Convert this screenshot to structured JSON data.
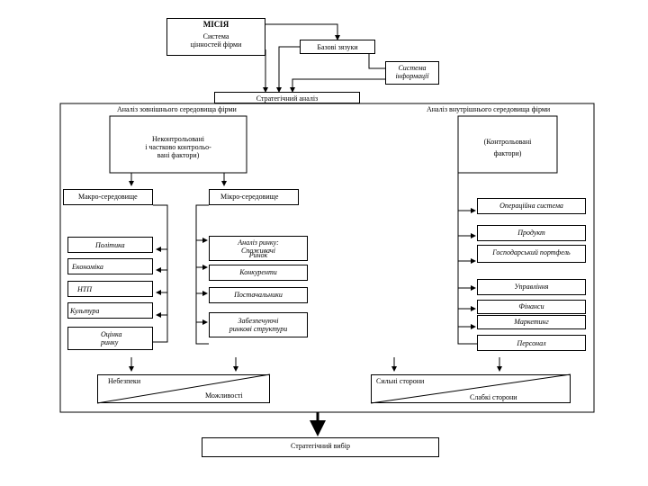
{
  "mission": {
    "title": "МІСІЯ",
    "values_line1": "Система",
    "values_line2": "цінностей фірми"
  },
  "basic_assumptions": "Базові зязуки",
  "info_system": {
    "line1": "Система",
    "line2": "інформації"
  },
  "strategic_analysis": "Стратегічний аналіз",
  "external_analysis": "Аналіз зовнішнього середовища фірми",
  "internal_analysis": "Аналіз внутрішнього середовища фірми",
  "uncontrolled": {
    "line1": "Неконтрольовані",
    "line2": "і частково контрольо-",
    "line3": "вані фактори)"
  },
  "controlled": {
    "line1": "(Контрольовані",
    "line2": "фактори)"
  },
  "macro": "Макро-середовище",
  "micro": "Мікро-середовище",
  "macro_items": [
    "Політика",
    "Економіка",
    "НТП",
    "Культура",
    "Оцінка ринку"
  ],
  "micro_items": {
    "market_analysis_1": "Аналіз ринку:",
    "market_analysis_2": "Споживачі",
    "market_analysis_3": "Ринок",
    "competitors": "Конкуренти",
    "suppliers": "Постачальники",
    "market_structure_1": "Забезпечуючі",
    "market_structure_2": "ринкові структури"
  },
  "internal_items": [
    "Операційна система",
    "Продукт",
    "Господарський портфель",
    "Управління",
    "Фінанси",
    "Маркетинг",
    "Персонал"
  ],
  "threats": "Небезпеки",
  "opportunities": "Можливості",
  "strengths": "Сильні сторони",
  "weaknesses": "Слабкі сторони",
  "strategic_choice": "Стратегічний вибір"
}
